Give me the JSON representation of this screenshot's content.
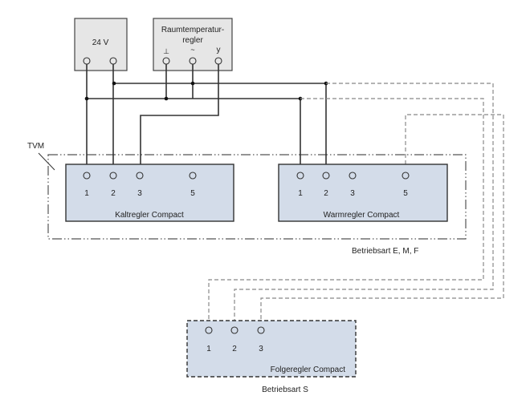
{
  "colors": {
    "module_fill": "#d3dce9",
    "source_fill": "#e6e6e6",
    "wire": "#333333",
    "dashed_wire": "#888888"
  },
  "power_supply": {
    "label": "24 V"
  },
  "room_controller": {
    "label_line1": "Raumtemperatur-",
    "label_line2": "regler",
    "pins": [
      "⊥",
      "~",
      "y"
    ]
  },
  "frame_label": "TVM",
  "cold_controller": {
    "label": "Kaltregler Compact",
    "terminals": [
      "1",
      "2",
      "3",
      "5"
    ]
  },
  "warm_controller": {
    "label": "Warmregler Compact",
    "terminals": [
      "1",
      "2",
      "3",
      "5"
    ]
  },
  "mode_emf": "Betriebsart E, M, F",
  "follow_controller": {
    "label": "Folgeregler Compact",
    "terminals": [
      "1",
      "2",
      "3"
    ]
  },
  "mode_s": "Betriebsart S"
}
